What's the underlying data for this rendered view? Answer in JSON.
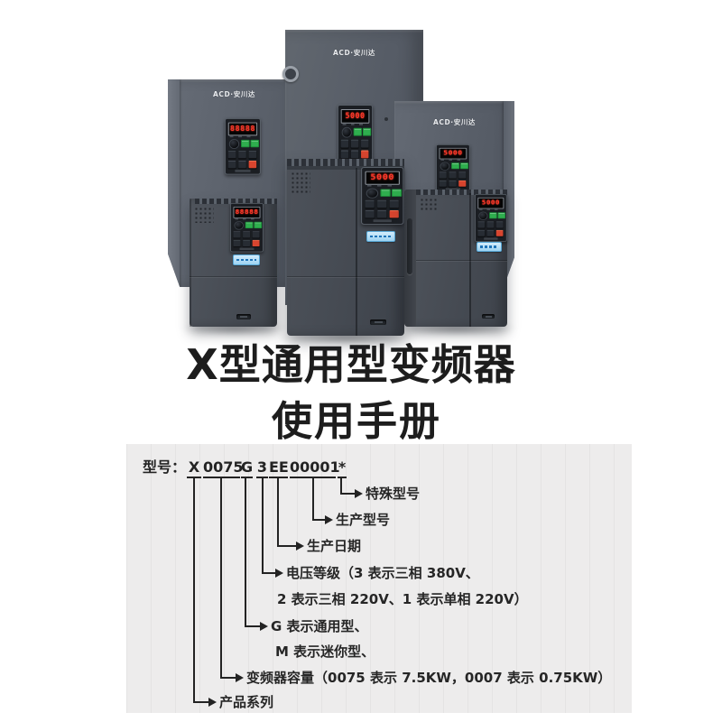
{
  "brand": {
    "logo": "ACD·安川达"
  },
  "product_photo": {
    "devices": [
      {
        "id": "back-left-large",
        "display": "88888"
      },
      {
        "id": "back-center-tall",
        "display": "5000"
      },
      {
        "id": "back-right",
        "display": "5000"
      },
      {
        "id": "front-left-small",
        "display": "88888"
      },
      {
        "id": "front-center",
        "display": "5000"
      },
      {
        "id": "front-right",
        "display": "5000"
      }
    ]
  },
  "title": {
    "line1": "X型通用型变频器",
    "line2": "使用手册"
  },
  "model_diagram": {
    "prefix": "型号：",
    "tokens": [
      {
        "text": "X"
      },
      {
        "text": "0075"
      },
      {
        "text": "G"
      },
      {
        "text": "3"
      },
      {
        "text": "EE"
      },
      {
        "text": "00001"
      },
      {
        "text": "*"
      }
    ],
    "annotations": [
      {
        "token": "*",
        "lines": [
          "特殊型号"
        ]
      },
      {
        "token": "00001",
        "lines": [
          "生产型号"
        ]
      },
      {
        "token": "EE",
        "lines": [
          "生产日期"
        ]
      },
      {
        "token": "3",
        "lines": [
          "电压等级（3 表示三相 380V、",
          "2 表示三相 220V、1 表示单相 220V）"
        ]
      },
      {
        "token": "G",
        "lines": [
          "G 表示通用型、",
          "M 表示迷你型、"
        ]
      },
      {
        "token": "0075",
        "lines": [
          "变频器容量（0075 表示 7.5KW，0007 表示 0.75KW）"
        ]
      },
      {
        "token": "X",
        "lines": [
          "产品系列"
        ]
      }
    ],
    "colors": {
      "panel_bg": "#edecec",
      "line": "#232323"
    }
  },
  "device_colors": {
    "display_red": "#ff372a",
    "button_green": "#2fae4e",
    "button_red": "#d8452f",
    "sticker_blue": "#9cd2f1",
    "body_dark": "#454a52",
    "body_light": "#5e646e"
  }
}
